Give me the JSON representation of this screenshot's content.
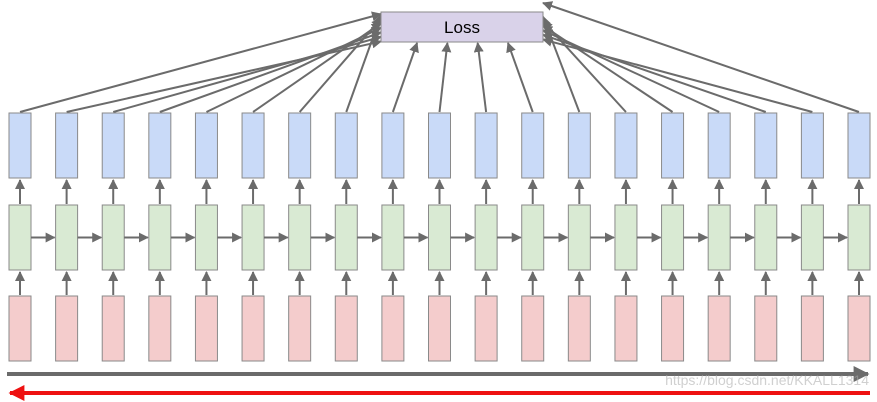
{
  "loss": {
    "label": "Loss"
  },
  "cells": {
    "count": 19
  },
  "colors": {
    "output_fill": "#c9daf8",
    "hidden_fill": "#d9ead3",
    "input_fill": "#f4cccc",
    "loss_fill": "#d9d2e9",
    "box_stroke": "#8a8a8a",
    "arrow": "#6b6b6b",
    "forward_arrow": "#6b6b6b",
    "backward_arrow": "#ee1111"
  },
  "watermark": {
    "text": "https://blog.csdn.net/KKALL1314"
  }
}
